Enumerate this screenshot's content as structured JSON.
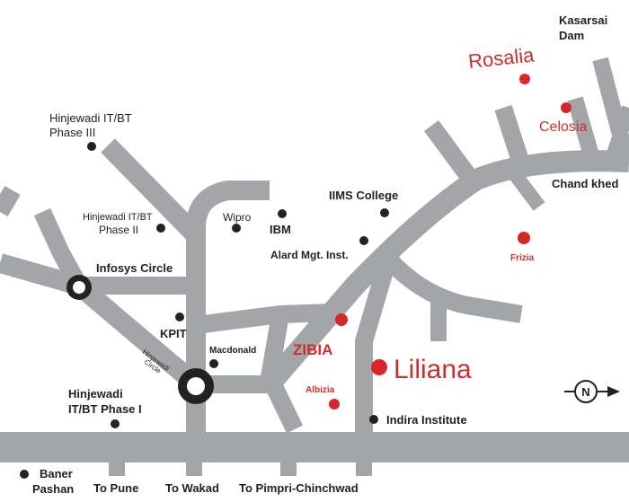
{
  "colors": {
    "road": "#a3a5a8",
    "place_marker": "#222222",
    "project_marker": "#d8262a",
    "project_text": "#c9312a",
    "text": "#222222",
    "background": "#ffffff"
  },
  "labels": {
    "kasarsai_1": "Kasarsai",
    "kasarsai_2": "Dam",
    "rosalia": "Rosalia",
    "celosia": "Celosia",
    "hinj3_1": "Hinjewadi IT/BT",
    "hinj3_2": "Phase III",
    "chand_khed": "Chand khed",
    "iims": "IIMS College",
    "hinj2_1": "Hinjewadi IT/BT",
    "hinj2_2": "Phase II",
    "wipro": "Wipro",
    "ibm": "IBM",
    "frizia": "Frizia",
    "alard": "Alard Mgt. Inst.",
    "infosys": "Infosys Circle",
    "kpit": "KPIT",
    "zibia": "ZIBIA",
    "macdonald": "Macdonald",
    "hinj_circle_1": "Hinjewadi",
    "hinj_circle_2": "Circle",
    "liliana": "Liliana",
    "albizia": "Albizia",
    "hinj1_1": "Hinjewadi",
    "hinj1_2": "IT/BT Phase I",
    "indira": "Indira Institute",
    "baner_1": "Baner",
    "baner_2": "Pashan",
    "to_pune": "To Pune",
    "to_wakad": "To Wakad",
    "to_pimpri": "To Pimpri-Chinchwad",
    "north": "N"
  },
  "icons": {
    "compass": "north-arrow-icon",
    "circle_junction": "roundabout-icon",
    "place": "dot-marker-icon"
  }
}
